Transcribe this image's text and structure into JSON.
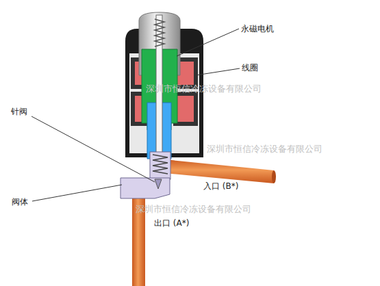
{
  "diagram": {
    "labels": [
      "永磁电机",
      "线圈",
      "针阀",
      "阀体",
      "入口 (B*)",
      "出口 (A*)",
      "深圳市恒信冷冻设备有限公司",
      "深圳市恒信冷冻设备有限公司",
      "深圳市恒信冷冻设备有限公司"
    ]
  }
}
